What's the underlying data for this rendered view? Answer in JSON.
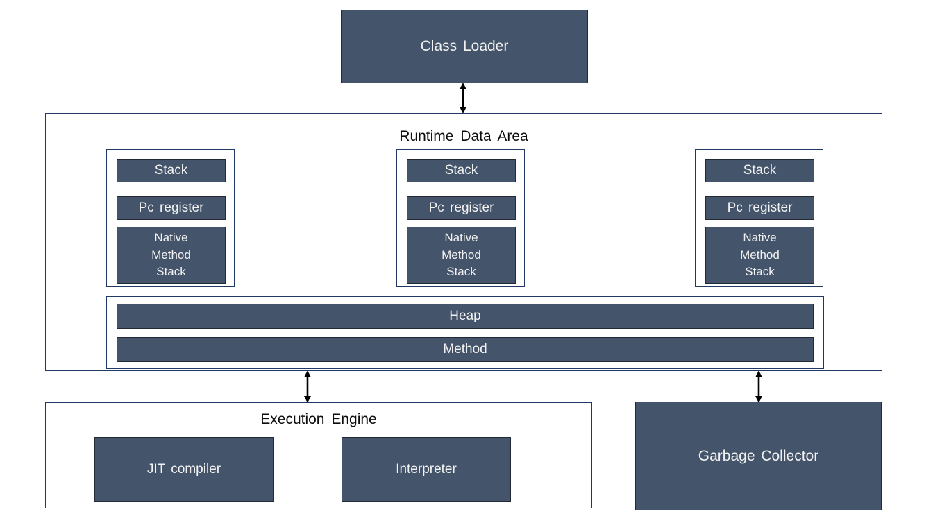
{
  "diagram": {
    "class_loader": {
      "label": "Class Loader"
    },
    "runtime_data_area": {
      "title": "Runtime Data Area",
      "thread_columns": [
        {
          "stack": "Stack",
          "pc_register": "Pc register",
          "native_method_stack_lines": [
            "Native",
            "Method",
            "Stack"
          ]
        },
        {
          "stack": "Stack",
          "pc_register": "Pc register",
          "native_method_stack_lines": [
            "Native",
            "Method",
            "Stack"
          ]
        },
        {
          "stack": "Stack",
          "pc_register": "Pc register",
          "native_method_stack_lines": [
            "Native",
            "Method",
            "Stack"
          ]
        }
      ],
      "heap": "Heap",
      "method": "Method"
    },
    "execution_engine": {
      "title": "Execution Engine",
      "jit_compiler": "JIT compiler",
      "interpreter": "Interpreter"
    },
    "garbage_collector": {
      "label": "Garbage Collector"
    },
    "colors": {
      "box_fill": "#44546A",
      "box_border": "#222A35",
      "container_border": "#1F3864",
      "arrow": "#000000",
      "text_on_dark": "#F2F2F2",
      "text_dark": "#0D0D0D",
      "background": "#FFFFFF"
    }
  }
}
